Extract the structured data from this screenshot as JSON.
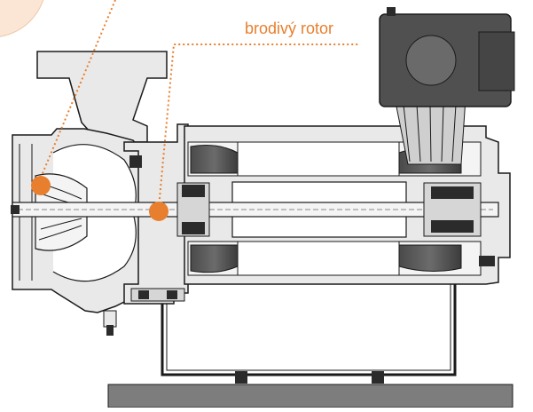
{
  "labels": {
    "rotor": "brodivý rotor"
  },
  "colors": {
    "accent": "#e87f2e",
    "outline": "#1a1a1a",
    "casing_fill": "#e9e9e9",
    "dark_fill": "#505050",
    "shaft_fill": "#f4f4f4",
    "base_plate": "#7d7d7d",
    "accent_circle_bg": "#fbe6d6"
  },
  "markers": [
    {
      "name": "impeller-marker"
    },
    {
      "name": "rotor-marker"
    }
  ]
}
